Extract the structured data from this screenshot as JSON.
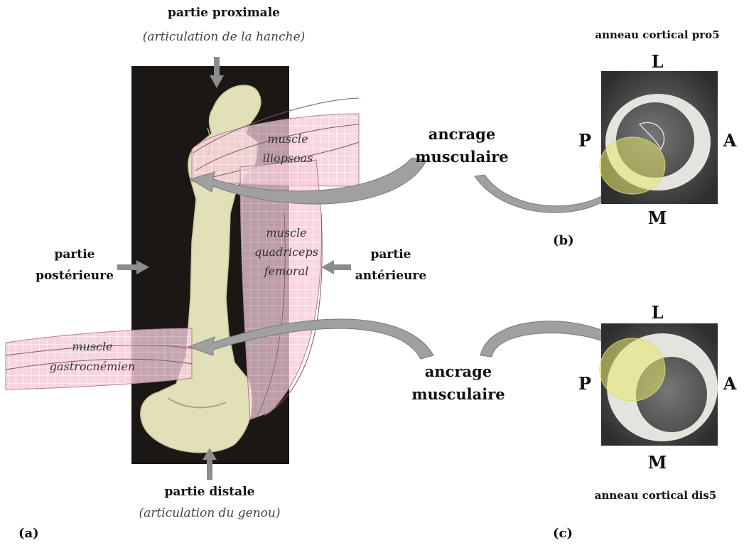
{
  "panel_a": {
    "proximal": {
      "title": "partie proximale",
      "subtitle": "(articulation de la hanche)"
    },
    "distal": {
      "title": "partie distale",
      "subtitle": "(articulation du genou)"
    },
    "posterior": {
      "line1": "partie",
      "line2": "postérieure"
    },
    "anterior": {
      "line1": "partie",
      "line2": "antérieure"
    },
    "muscle_iliopsoas": {
      "line1": "muscle",
      "line2": "iliopsoas"
    },
    "muscle_quadriceps": {
      "line1": "muscle",
      "line2": "quadriceps",
      "line3": "femoral"
    },
    "muscle_gastrocnemien": {
      "line1": "muscle",
      "line2": "gastrocnémien"
    },
    "label": "(a)"
  },
  "anchor_top": {
    "line1": "ancrage",
    "line2": "musculaire"
  },
  "anchor_bottom": {
    "line1": "ancrage",
    "line2": "musculaire"
  },
  "panel_b": {
    "title": "anneau cortical pro5",
    "L": "L",
    "P": "P",
    "A": "A",
    "M": "M",
    "label": "(b)"
  },
  "panel_c": {
    "title": "anneau cortical dis5",
    "L": "L",
    "P": "P",
    "A": "A",
    "M": "M",
    "label": "(c)"
  },
  "colors": {
    "muscle_fill": "#f4c6d6",
    "muscle_stroke": "#b08090",
    "arrow": "#8c8c8c",
    "bone": "#e2e0b8",
    "highlight": "#e8e870",
    "photo_bg": "#1a1714"
  }
}
